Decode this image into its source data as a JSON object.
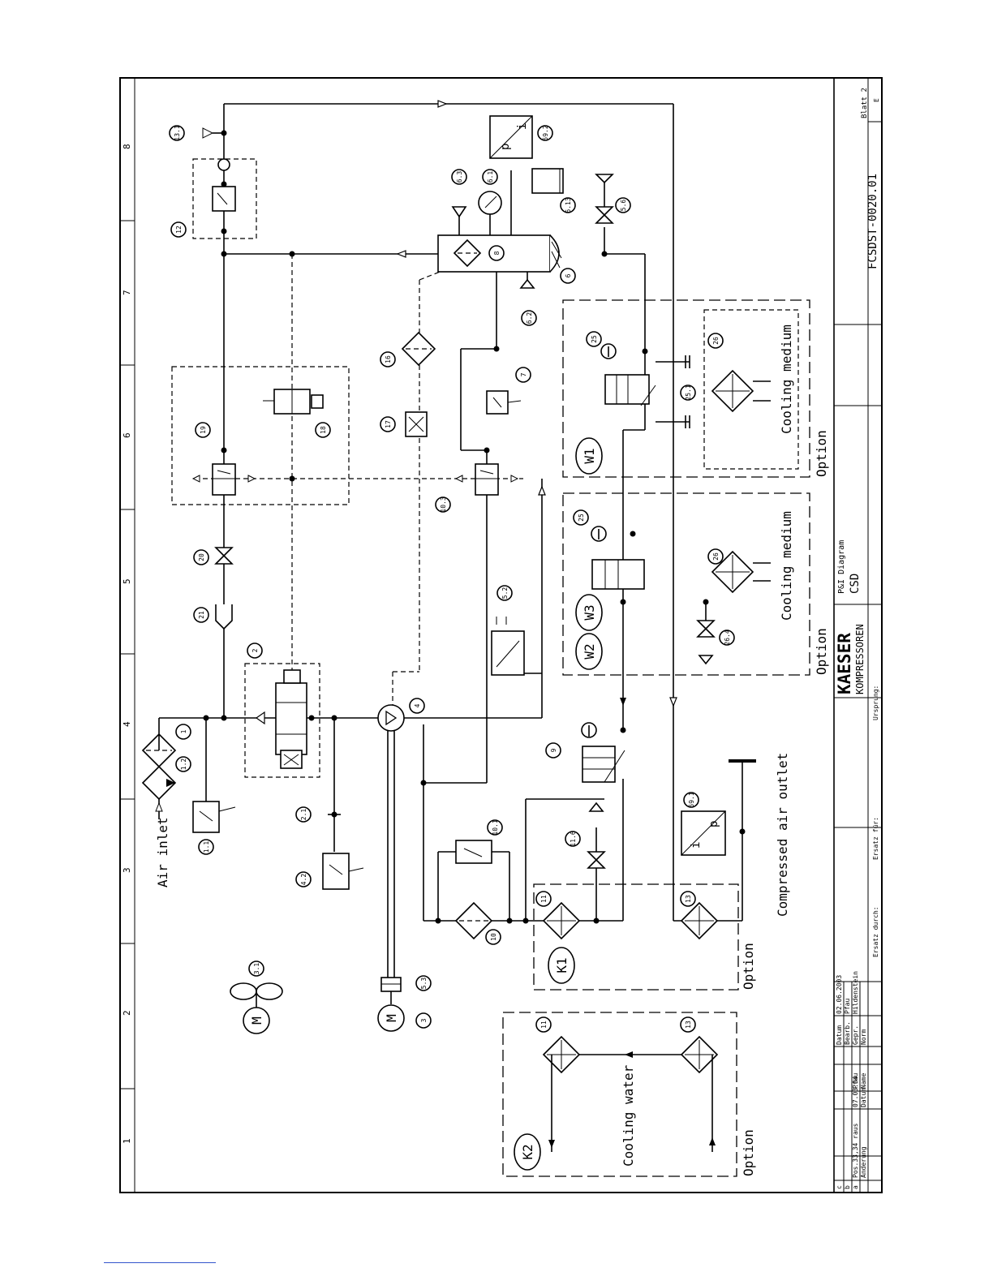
{
  "labels": {
    "air_inlet": "Air inlet",
    "compressed_air_outlet": "Compressed air outlet",
    "cooling_medium_w1": "Cooling medium",
    "cooling_medium_w2": "Cooling medium",
    "cooling_water": "Cooling water",
    "option_w1": "Option",
    "option_w2": "Option",
    "option_k1": "Option",
    "option_k2": "Option",
    "k1": "K1",
    "k2": "K2",
    "w1": "W1",
    "w2": "W2",
    "w3": "W3"
  },
  "grid_numbers": [
    "1",
    "2",
    "3",
    "4",
    "5",
    "6",
    "7",
    "8"
  ],
  "components": {
    "c1": "1",
    "c1_1": "1.1",
    "c1_2": "1.2",
    "c2": "2",
    "c2_1": "2.1",
    "c3": "3",
    "c3_1": "3.1",
    "c4": "4",
    "c4_2": "4.2",
    "c5_2": "5.2",
    "c5_3": "5.3",
    "c5_6": "5.6",
    "c6": "6",
    "c6_1": "6.1",
    "c6_2": "6.2",
    "c6_3": "6.3",
    "c6_13": "6.13",
    "c7": "7",
    "c8": "8",
    "c9": "9",
    "c10": "10",
    "c10_1": "10.1",
    "c10_3": "10.3",
    "c11": "11",
    "c11_k2": "11",
    "c11_6": "11.6",
    "c12": "12",
    "c13": "13",
    "c13_k2": "13",
    "c13_1": "13.1",
    "c16": "16",
    "c17": "17",
    "c18": "18",
    "c19": "19",
    "c20": "20",
    "c21": "21",
    "c25_w1": "25",
    "c25_w2": "25",
    "c25_1": "25.1",
    "c26_w1": "26",
    "c26_w2": "26",
    "c26_4": "26.4",
    "c59_1": "59.1",
    "c59_2": "59.2"
  },
  "transducer": {
    "p": "p",
    "i": "i"
  },
  "motor": {
    "m": "M"
  },
  "title_block": {
    "company_line1": "KAESER",
    "company_line2": "KOMPRESSOREN",
    "diagram_type": "P&I Diagram",
    "model": "CSD",
    "drawing_no": "FCSDST-0020.01",
    "sheet": "Blatt 2",
    "sheet_sub": "E",
    "origin": "Ursprung:",
    "replacement_for": "Ersatz für:",
    "replaced_by": "Ersatz durch:",
    "date_label": "Datum",
    "date_value": "02.06.2003",
    "drawn_label": "Bearb.",
    "drawn_value": "Pfau",
    "checked_label": "Gepr.",
    "checked_value": "Hildenstein",
    "norm_label": "Norm",
    "rev_a": "a",
    "rev_b": "b",
    "rev_c": "c",
    "rev_a_text": "Pos.33,34 raus",
    "rev_a_date": "07.03.04",
    "rev_a_name": "Pfau",
    "change_label": "Änderung",
    "col_date": "Datum",
    "col_name": "Name"
  }
}
